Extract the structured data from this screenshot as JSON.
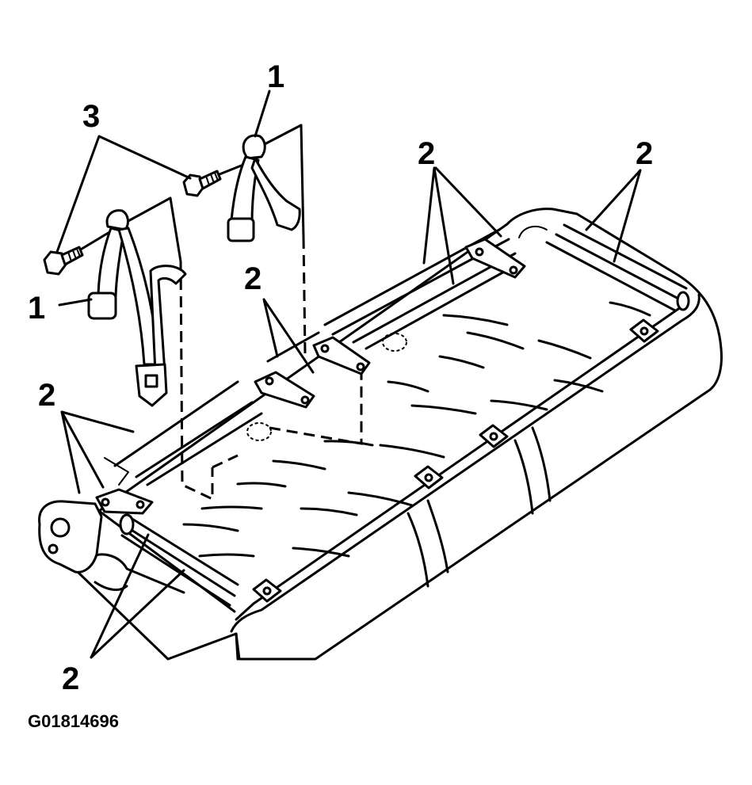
{
  "figure_code": "G01814696",
  "callouts": [
    "1",
    "3",
    "2",
    "2",
    "2",
    "1",
    "2",
    "2"
  ],
  "colors": {
    "line": "#000000",
    "background": "#ffffff"
  }
}
